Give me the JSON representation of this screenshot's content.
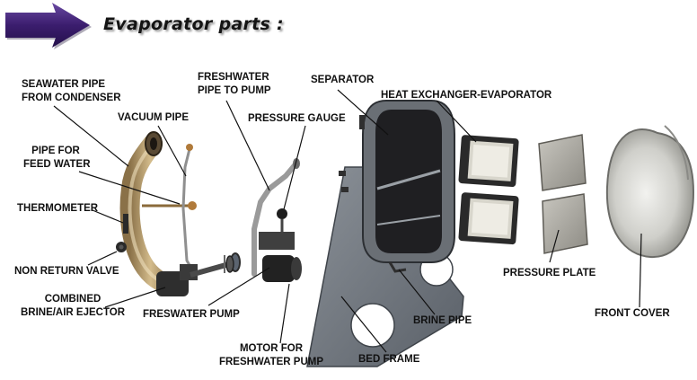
{
  "title": "Evaporator parts :",
  "colors": {
    "accent_arrow": "#3b1d6e",
    "background": "#ffffff",
    "label_text": "#111111"
  },
  "labels": {
    "seawater_pipe": [
      "SEAWATER PIPE",
      "FROM CONDENSER"
    ],
    "vacuum_pipe": "VACUUM PIPE",
    "freshwater_pipe": [
      "FRESHWATER",
      "PIPE TO PUMP"
    ],
    "separator": "SEPARATOR",
    "heat_exchanger": "HEAT EXCHANGER-EVAPORATOR",
    "pressure_gauge": "PRESSURE GAUGE",
    "feed_water_pipe": [
      "PIPE FOR",
      "FEED WATER"
    ],
    "thermometer": "THERMOMETER",
    "non_return_valve": "NON RETURN VALVE",
    "ejector": [
      "COMBINED",
      "BRINE/AIR EJECTOR"
    ],
    "freshwater_pump": "FRESWATER PUMP",
    "motor": [
      "MOTOR FOR",
      "FRESHWATER PUMP"
    ],
    "bed_frame": "BED FRAME",
    "brine_pipe": "BRINE PIPE",
    "pressure_plate": "PRESSURE PLATE",
    "front_cover": "FRONT COVER"
  }
}
